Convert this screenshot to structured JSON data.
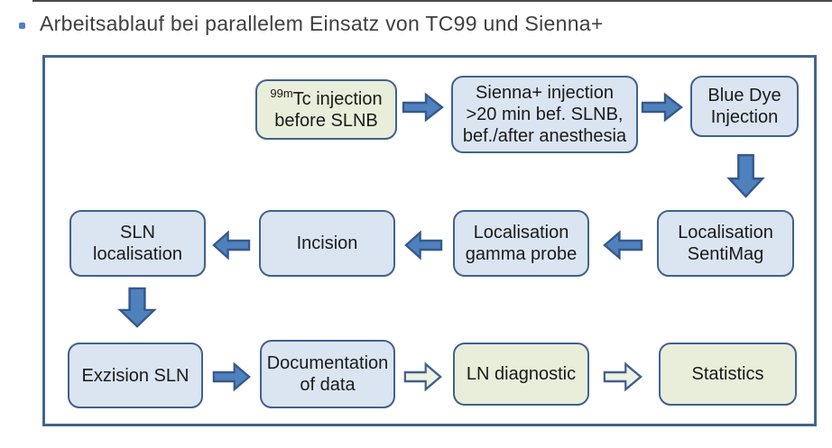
{
  "page": {
    "bullet": "•",
    "title": "Arbeitsablauf bei parallelem Einsatz von TC99 und Sienna+"
  },
  "colors": {
    "accent_blue": "#4f81bd",
    "box_blue_fill": "#dbe5f1",
    "box_green_fill": "#e9eeda",
    "box_border": "#41618e",
    "arrow_solid_fill": "#4f81bd",
    "arrow_solid_border": "#36598c",
    "arrow_light_fill": "#eff1e3",
    "frame_border": "#44658d",
    "title_color": "#3f3f3f"
  },
  "flowchart": {
    "nodes": [
      {
        "id": "tc-injection",
        "sup": "99m",
        "label": "Tc injection\nbefore SLNB",
        "style": "green"
      },
      {
        "id": "sienna-injection",
        "label": "Sienna+ injection\n>20 min bef. SLNB,\nbef./after anesthesia",
        "style": "blue"
      },
      {
        "id": "blue-dye-injection",
        "label": "Blue Dye\nInjection",
        "style": "blue"
      },
      {
        "id": "localisation-sentimag",
        "label": "Localisation\nSentiMag",
        "style": "blue"
      },
      {
        "id": "localisation-gamma-probe",
        "label": "Localisation\ngamma probe",
        "style": "blue"
      },
      {
        "id": "incision",
        "label": "Incision",
        "style": "blue"
      },
      {
        "id": "sln-localisation",
        "label": "SLN\nlocalisation",
        "style": "blue"
      },
      {
        "id": "exzision-sln",
        "label": "Exzision SLN",
        "style": "blue"
      },
      {
        "id": "documentation-of-data",
        "label": "Documentation\nof data",
        "style": "blue"
      },
      {
        "id": "ln-diagnostic",
        "label": "LN diagnostic",
        "style": "green"
      },
      {
        "id": "statistics",
        "label": "Statistics",
        "style": "green"
      }
    ],
    "connections": [
      {
        "from": "tc-injection",
        "to": "sienna-injection",
        "direction": "right",
        "style": "solid"
      },
      {
        "from": "sienna-injection",
        "to": "blue-dye-injection",
        "direction": "right",
        "style": "solid"
      },
      {
        "from": "blue-dye-injection",
        "to": "localisation-sentimag",
        "direction": "down",
        "style": "solid"
      },
      {
        "from": "localisation-sentimag",
        "to": "localisation-gamma-probe",
        "direction": "left",
        "style": "solid"
      },
      {
        "from": "localisation-gamma-probe",
        "to": "incision",
        "direction": "left",
        "style": "solid"
      },
      {
        "from": "incision",
        "to": "sln-localisation",
        "direction": "left",
        "style": "solid"
      },
      {
        "from": "sln-localisation",
        "to": "exzision-sln",
        "direction": "down",
        "style": "solid"
      },
      {
        "from": "exzision-sln",
        "to": "documentation-of-data",
        "direction": "right",
        "style": "solid"
      },
      {
        "from": "documentation-of-data",
        "to": "ln-diagnostic",
        "direction": "right",
        "style": "light"
      },
      {
        "from": "ln-diagnostic",
        "to": "statistics",
        "direction": "right",
        "style": "light"
      }
    ]
  }
}
